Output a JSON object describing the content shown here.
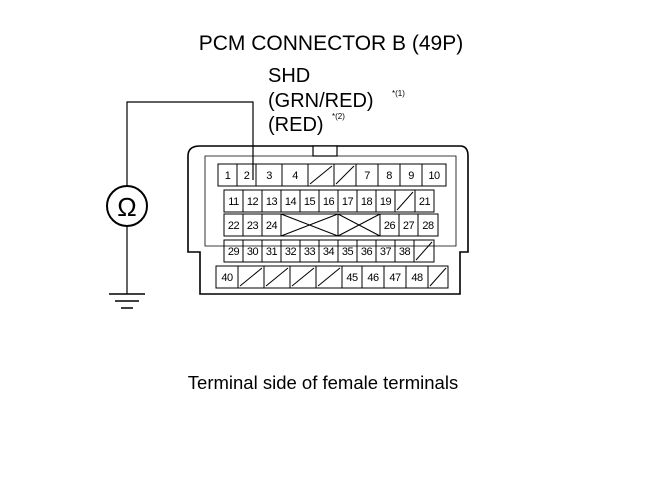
{
  "title": "PCM CONNECTOR B (49P)",
  "wire_label": {
    "line1": "SHD",
    "line2": "(GRN/RED)",
    "line2_note": "*(1)",
    "line3": "(RED)",
    "line3_note": "*(2)"
  },
  "meter_symbol": "Ω",
  "caption": "Terminal side of female terminals",
  "connector": {
    "row1": [
      "1",
      "2",
      "3",
      "4",
      "",
      "",
      "7",
      "8",
      "9",
      "10"
    ],
    "row2": [
      "11",
      "12",
      "13",
      "14",
      "15",
      "16",
      "17",
      "18",
      "19",
      "",
      "21"
    ],
    "row3": [
      "22",
      "23",
      "24",
      "",
      "",
      "26",
      "27",
      "28"
    ],
    "row4": [
      "29",
      "30",
      "31",
      "32",
      "33",
      "34",
      "35",
      "36",
      "37",
      "38",
      ""
    ],
    "row5": [
      "40",
      "",
      "",
      "",
      "",
      "45",
      "46",
      "47",
      "48"
    ]
  }
}
